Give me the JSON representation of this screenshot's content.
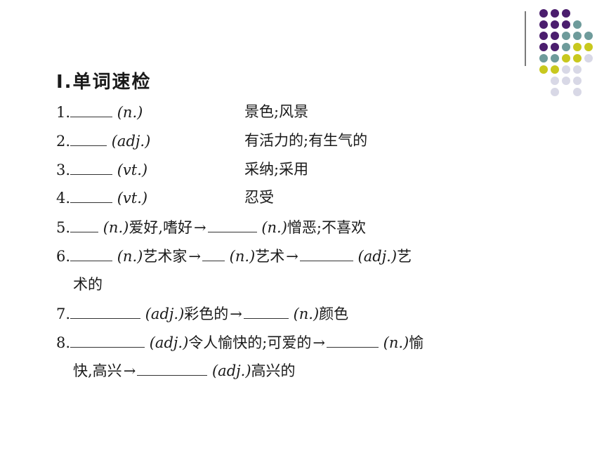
{
  "decoration": {
    "dot_colors": {
      "purple": "#4b1e6e",
      "teal": "#6e9b9b",
      "yellow": "#c8c81e",
      "lavender": "#d8d8e6"
    },
    "vline_color": "#7a7a7a"
  },
  "title": "Ⅰ.单词速检",
  "items": [
    {
      "num": "1.",
      "pos": "(n.)",
      "meaning": "景色;风景"
    },
    {
      "num": "2.",
      "pos": "(adj.)",
      "meaning": "有活力的;有生气的"
    },
    {
      "num": "3.",
      "pos": "(vt.)",
      "meaning": "采纳;采用"
    },
    {
      "num": "4.",
      "pos": "(vt.)",
      "meaning": "忍受"
    },
    {
      "num": "5.",
      "pos1": "(n.)",
      "text1": "爱好,嗜好",
      "pos2": "(n.)",
      "text2": "憎恶;不喜欢"
    },
    {
      "num": "6.",
      "pos1": "(n.)",
      "text1": "艺术家",
      "pos2": "(n.)",
      "text2": "艺术",
      "pos3": "(adj.)",
      "text3a": "艺",
      "text3b": "术的"
    },
    {
      "num": "7.",
      "pos1": "(adj.)",
      "text1": "彩色的",
      "pos2": "(n.)",
      "text2": "颜色"
    },
    {
      "num": "8.",
      "pos1": "(adj.)",
      "text1": "令人愉快的;可爱的",
      "pos2": "(n.)",
      "text2a": "愉",
      "text2b": "快,高兴",
      "pos3": "(adj.)",
      "text3": "高兴的"
    }
  ],
  "arrow": "→"
}
